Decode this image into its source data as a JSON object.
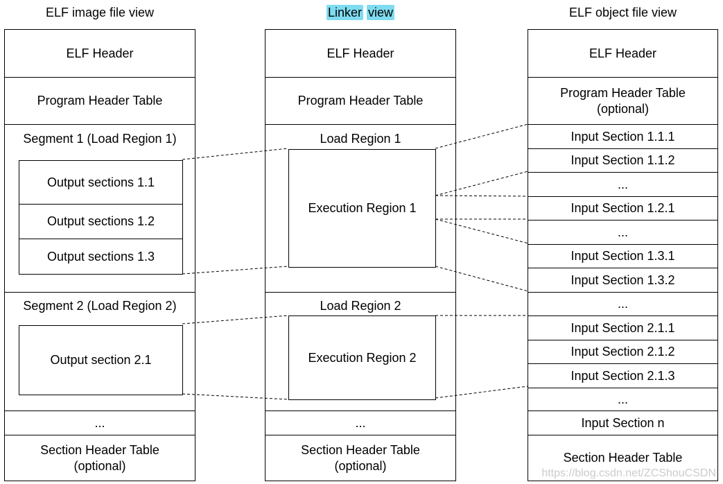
{
  "titles": {
    "left": "ELF image file view",
    "middle_word1": "Linker",
    "middle_word2": "view",
    "right": "ELF object file view"
  },
  "left": {
    "elf_header": "ELF Header",
    "pht": "Program Header Table",
    "segment1": "Segment 1 (Load Region 1)",
    "out_1_1": "Output sections 1.1",
    "out_1_2": "Output sections 1.2",
    "out_1_3": "Output sections 1.3",
    "segment2": "Segment 2 (Load Region 2)",
    "out_2_1": "Output section 2.1",
    "ellipsis": "...",
    "sht": "Section Header Table\n(optional)"
  },
  "middle": {
    "elf_header": "ELF Header",
    "pht": "Program Header Table",
    "load_region1": "Load Region 1",
    "exec_region1": "Execution Region 1",
    "load_region2": "Load Region 2",
    "exec_region2": "Execution Region 2",
    "ellipsis": "...",
    "sht": "Section Header Table\n(optional)"
  },
  "right": {
    "elf_header": "ELF Header",
    "pht": "Program Header Table\n(optional)",
    "rows": [
      "Input Section 1.1.1",
      "Input Section 1.1.2",
      "...",
      "Input Section 1.2.1",
      "...",
      "Input Section 1.3.1",
      "Input Section 1.3.2",
      "...",
      "Input Section 2.1.1",
      "Input Section 2.1.2",
      "Input Section 2.1.3",
      "...",
      "Input Section n"
    ],
    "sht": "Section Header Table"
  },
  "watermark": "https://blog.csdn.net/ZCShouCSDN"
}
